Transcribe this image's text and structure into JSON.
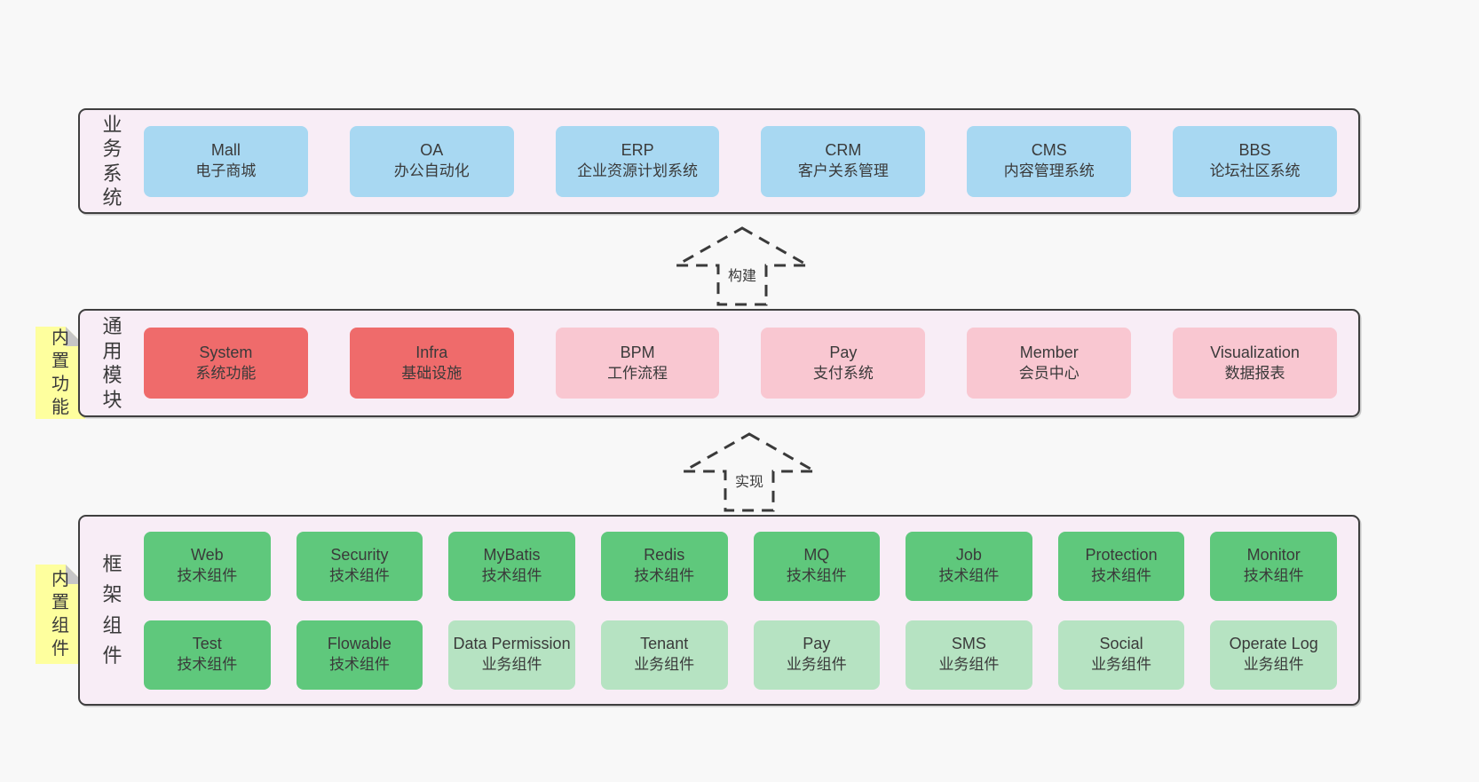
{
  "colors": {
    "page_bg": "#f8f8f8",
    "band_bg": "#f8edf6",
    "band_border": "#3f3f3f",
    "blue": "#a8d8f2",
    "red": "#ef6b6b",
    "pink": "#f9c7d1",
    "green_dark": "#5fc87c",
    "green_light": "#b6e3c2",
    "note_yellow": "#feff9e",
    "note_fold": "#c6c6c6",
    "text": "#3a3a3a"
  },
  "arrows": [
    {
      "label": "构建"
    },
    {
      "label": "实现"
    }
  ],
  "layers": {
    "business": {
      "label": "业\n务\n系\n统",
      "boxes": [
        {
          "name": "Mall",
          "desc": "电子商城",
          "type": "blue"
        },
        {
          "name": "OA",
          "desc": "办公自动化",
          "type": "blue"
        },
        {
          "name": "ERP",
          "desc": "企业资源计划系统",
          "type": "blue"
        },
        {
          "name": "CRM",
          "desc": "客户关系管理",
          "type": "blue"
        },
        {
          "name": "CMS",
          "desc": "内容管理系统",
          "type": "blue"
        },
        {
          "name": "BBS",
          "desc": "论坛社区系统",
          "type": "blue"
        }
      ]
    },
    "modules": {
      "label": "通\n用\n模\n块",
      "note": "内\n置\n功\n能",
      "boxes": [
        {
          "name": "System",
          "desc": "系统功能",
          "type": "red"
        },
        {
          "name": "Infra",
          "desc": "基础设施",
          "type": "red"
        },
        {
          "name": "BPM",
          "desc": "工作流程",
          "type": "pink"
        },
        {
          "name": "Pay",
          "desc": "支付系统",
          "type": "pink"
        },
        {
          "name": "Member",
          "desc": "会员中心",
          "type": "pink"
        },
        {
          "name": "Visualization",
          "desc": "数据报表",
          "type": "pink"
        }
      ]
    },
    "components": {
      "label": "框\n架\n组\n件",
      "note": "内\n置\n组\n件",
      "boxes": [
        {
          "name": "Web",
          "desc": "技术组件",
          "type": "green-dark"
        },
        {
          "name": "Security",
          "desc": "技术组件",
          "type": "green-dark"
        },
        {
          "name": "MyBatis",
          "desc": "技术组件",
          "type": "green-dark"
        },
        {
          "name": "Redis",
          "desc": "技术组件",
          "type": "green-dark"
        },
        {
          "name": "MQ",
          "desc": "技术组件",
          "type": "green-dark"
        },
        {
          "name": "Job",
          "desc": "技术组件",
          "type": "green-dark"
        },
        {
          "name": "Protection",
          "desc": "技术组件",
          "type": "green-dark"
        },
        {
          "name": "Monitor",
          "desc": "技术组件",
          "type": "green-dark"
        },
        {
          "name": "Test",
          "desc": "技术组件",
          "type": "green-dark"
        },
        {
          "name": "Flowable",
          "desc": "技术组件",
          "type": "green-dark"
        },
        {
          "name": "Data Permission",
          "desc": "业务组件",
          "type": "green-light"
        },
        {
          "name": "Tenant",
          "desc": "业务组件",
          "type": "green-light"
        },
        {
          "name": "Pay",
          "desc": "业务组件",
          "type": "green-light"
        },
        {
          "name": "SMS",
          "desc": "业务组件",
          "type": "green-light"
        },
        {
          "name": "Social",
          "desc": "业务组件",
          "type": "green-light"
        },
        {
          "name": "Operate Log",
          "desc": "业务组件",
          "type": "green-light"
        }
      ]
    }
  }
}
